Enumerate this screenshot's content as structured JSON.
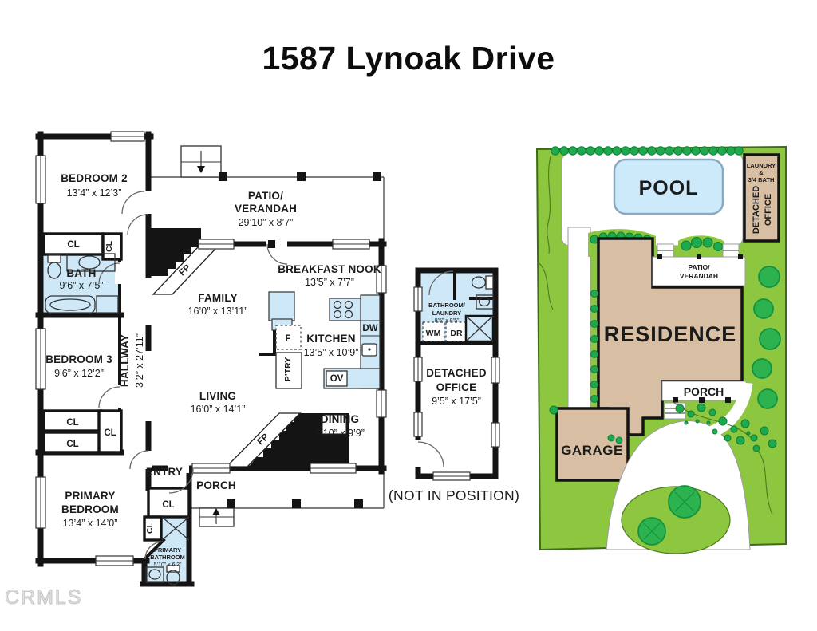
{
  "title": "1587 Lynoak Drive",
  "watermark": "CRMLS",
  "note": "(NOT IN POSITION)",
  "colors": {
    "bath_blue": "#cfe8f8",
    "pool_blue": "#cdeafb",
    "lawn_green": "#8dc63f",
    "bush_green": "#1fa94e",
    "tree_green": "#2cb34f",
    "building_tan": "#d8bfa4",
    "wall_black": "#141414"
  },
  "floorplan": {
    "rooms": {
      "bedroom2": {
        "name": "BEDROOM 2",
        "dims": "13’4” x 12’3”"
      },
      "bath": {
        "name": "BATH",
        "dims": "9’6” x 7’5”"
      },
      "bedroom3": {
        "name": "BEDROOM 3",
        "dims": "9’6” x 12’2”"
      },
      "hallway": {
        "name": "HALLWAY",
        "dims": "3’2” x 27’11”"
      },
      "primary_bedroom": {
        "line1": "PRIMARY",
        "line2": "BEDROOM",
        "dims": "13’4” x 14’0”"
      },
      "primary_bathroom": {
        "line1": "PRIMARY",
        "line2": "BATHROOM",
        "dims": "5’10” x 6’2”"
      },
      "patio": {
        "line1": "PATIO/",
        "line2": "VERANDAH",
        "dims": "29’10” x 8’7”"
      },
      "family": {
        "name": "FAMILY",
        "dims": "16’0” x 13’11”"
      },
      "breakfast_nook": {
        "name": "BREAKFAST NOOK",
        "dims": "13’5” x 7’7”"
      },
      "kitchen": {
        "name": "KITCHEN",
        "dims": "13’5” x 10’9”"
      },
      "living": {
        "name": "LIVING",
        "dims": "16’0” x 14’1”"
      },
      "dining": {
        "name": "DINING",
        "dims": "9’10” x 9’9”"
      },
      "entry": "ENTRY",
      "porch": "PORCH",
      "bathroom_laundry": {
        "line1": "BATHROOM/",
        "line2": "LAUNDRY",
        "dims": "9’5” x 9’5”"
      },
      "detached_office": {
        "line1": "DETACHED",
        "line2": "OFFICE",
        "dims": "9’5” x 17’5”"
      }
    },
    "labels": {
      "closet": "CL",
      "fireplace": "FP",
      "fridge": "F",
      "pantry": "P’TRY",
      "dishwasher": "DW",
      "oven": "OV",
      "washer": "WM",
      "dryer": "DR"
    }
  },
  "siteplan": {
    "pool": "POOL",
    "residence": "RESIDENCE",
    "garage": "GARAGE",
    "porch": "PORCH",
    "patio": {
      "line1": "PATIO/",
      "line2": "VERANDAH"
    },
    "office": {
      "line1": "DETACHED",
      "line2": "OFFICE"
    },
    "office_bath": {
      "line1": "LAUNDRY",
      "line2": "&",
      "line3": "3/4 BATH"
    }
  }
}
